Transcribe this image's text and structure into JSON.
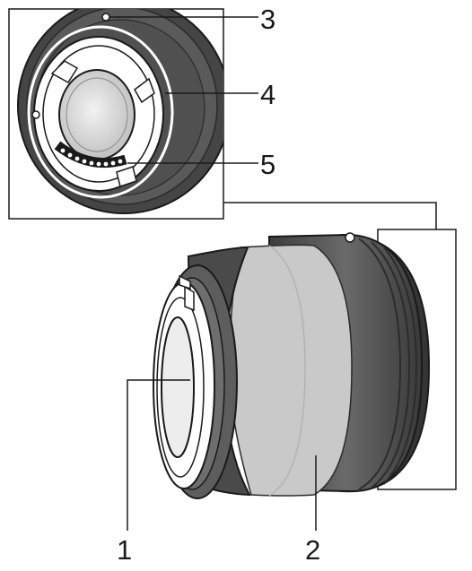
{
  "figure": {
    "callouts": [
      {
        "id": "1",
        "label": "1"
      },
      {
        "id": "2",
        "label": "2"
      },
      {
        "id": "3",
        "label": "3"
      },
      {
        "id": "4",
        "label": "4"
      },
      {
        "id": "5",
        "label": "5"
      }
    ]
  },
  "colors": {
    "line": "#1a1a1a",
    "body_dark": "#4a4a4a",
    "body_mid": "#6d6d6d",
    "ring_light": "#c9c9c9",
    "glass": "#dcdcdc"
  }
}
